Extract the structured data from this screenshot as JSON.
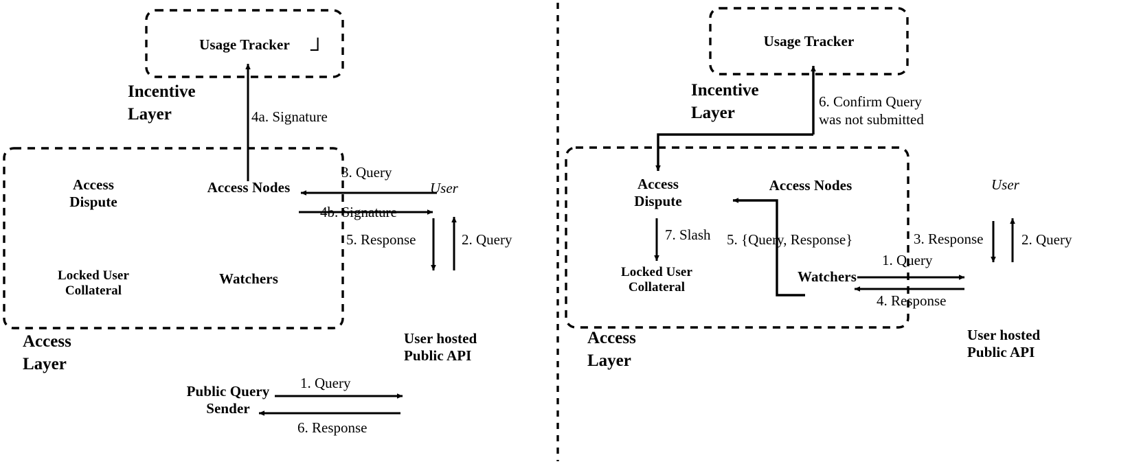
{
  "figure": {
    "type": "two-panel-architecture-diagram",
    "divider": "vertical-dashed-line"
  },
  "left_panel": {
    "incentive_layer": {
      "caption_line1": "Incentive",
      "caption_line2": "Layer",
      "box_label": "Usage Tracker",
      "artifact_glyph": "┘"
    },
    "access_layer": {
      "caption_line1": "Access",
      "caption_line2": "Layer",
      "nodes": {
        "access_dispute_line1": "Access",
        "access_dispute_line2": "Dispute",
        "access_nodes": "Access Nodes",
        "locked_collateral_line1": "Locked User",
        "locked_collateral_line2": "Collateral",
        "watchers": "Watchers"
      }
    },
    "external": {
      "user": "User",
      "user_hosted_line1": "User hosted",
      "user_hosted_line2": "Public API",
      "public_query_sender_line1": "Public Query",
      "public_query_sender_line2": "Sender"
    },
    "steps": [
      {
        "id": "L1",
        "label": "1. Query",
        "from": "Public Query Sender",
        "to": "User hosted Public API"
      },
      {
        "id": "L2",
        "label": "2. Query",
        "from": "User hosted Public API",
        "to": "User"
      },
      {
        "id": "L3",
        "label": "3. Query",
        "from": "User",
        "to": "Access Nodes"
      },
      {
        "id": "L4a",
        "label": "4a. Signature",
        "from": "Access Nodes",
        "to": "Usage Tracker"
      },
      {
        "id": "L4b",
        "label": "4b. Signature",
        "from": "Access Nodes",
        "to": "User"
      },
      {
        "id": "L5",
        "label": "5. Response",
        "from": "User",
        "to": "User hosted Public API"
      },
      {
        "id": "L6",
        "label": "6. Response",
        "from": "User hosted Public API",
        "to": "Public Query Sender"
      }
    ]
  },
  "right_panel": {
    "incentive_layer": {
      "caption_line1": "Incentive",
      "caption_line2": "Layer",
      "box_label": "Usage Tracker"
    },
    "access_layer": {
      "caption_line1": "Access",
      "caption_line2": "Layer",
      "nodes": {
        "access_dispute_line1": "Access",
        "access_dispute_line2": "Dispute",
        "access_nodes": "Access Nodes",
        "locked_collateral_line1": "Locked User",
        "locked_collateral_line2": "Collateral",
        "watchers": "Watchers"
      }
    },
    "external": {
      "user": "User",
      "user_hosted_line1": "User hosted",
      "user_hosted_line2": "Public API"
    },
    "steps": [
      {
        "id": "R1",
        "label": "1. Query",
        "from": "Watchers",
        "to": "User hosted Public API"
      },
      {
        "id": "R2",
        "label": "2. Query",
        "from": "User hosted Public API",
        "to": "User"
      },
      {
        "id": "R3",
        "label": "3. Response",
        "from": "User",
        "to": "User hosted Public API"
      },
      {
        "id": "R4",
        "label": "4. Response",
        "from": "User hosted Public API",
        "to": "Watchers"
      },
      {
        "id": "R5",
        "label": "5. {Query, Response}",
        "from": "Watchers",
        "to": "Access Dispute"
      },
      {
        "id": "R6",
        "label_line1": "6. Confirm Query",
        "label_line2": "was not submitted",
        "from": "Access Dispute",
        "to": "Usage Tracker"
      },
      {
        "id": "R7",
        "label": "7. Slash",
        "from": "Access Dispute",
        "to": "Locked User Collateral"
      }
    ]
  },
  "colors": {
    "stroke": "#000000",
    "background": "#ffffff"
  }
}
